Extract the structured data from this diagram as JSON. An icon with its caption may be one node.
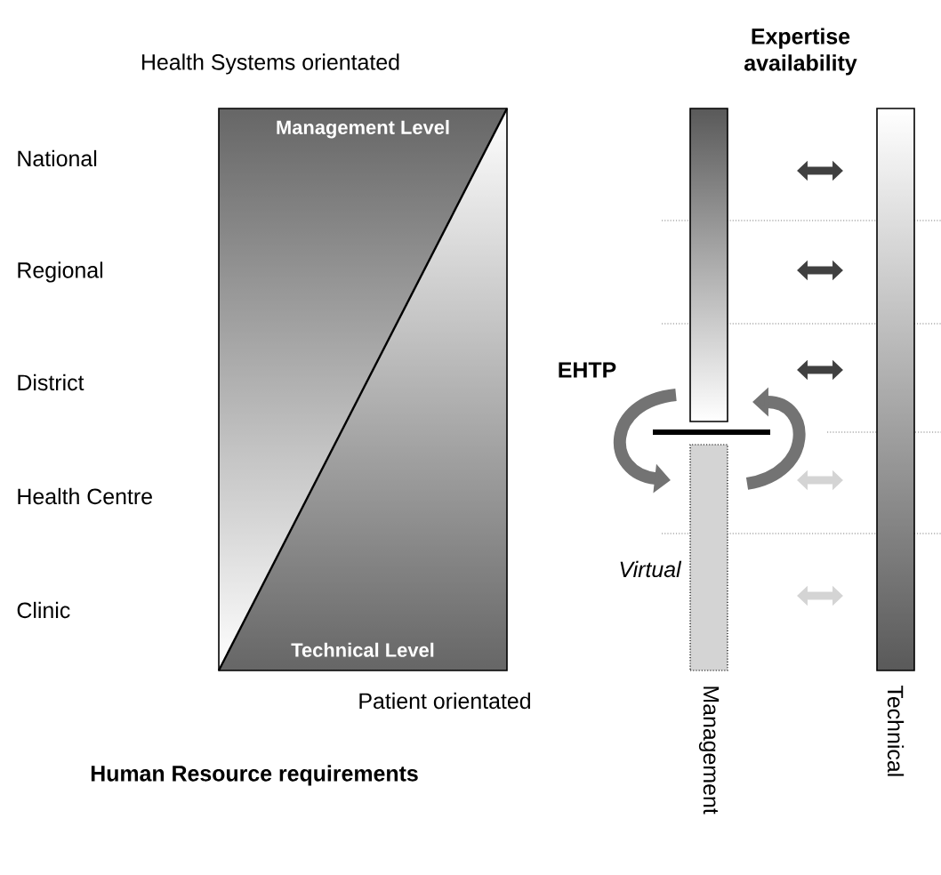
{
  "diagram": {
    "nodes": [
      {
        "text": [
          "Management Level",
          "Technical Level"
        ]
      },
      {
        "text": [],
        "shape": "bar"
      },
      {
        "text": [],
        "shape": "bar",
        "beside": [
          "Virtual",
          "Management"
        ]
      },
      {
        "text": [],
        "shape": "bar",
        "beside": [
          "Technical"
        ]
      }
    ],
    "labels": [
      "Health Systems orientated",
      "Expertise availability",
      "National",
      "Regional",
      "District",
      "Health Centre",
      "Clinic",
      "EHTP",
      "Patient orientated",
      "Human Resource requirements"
    ]
  }
}
